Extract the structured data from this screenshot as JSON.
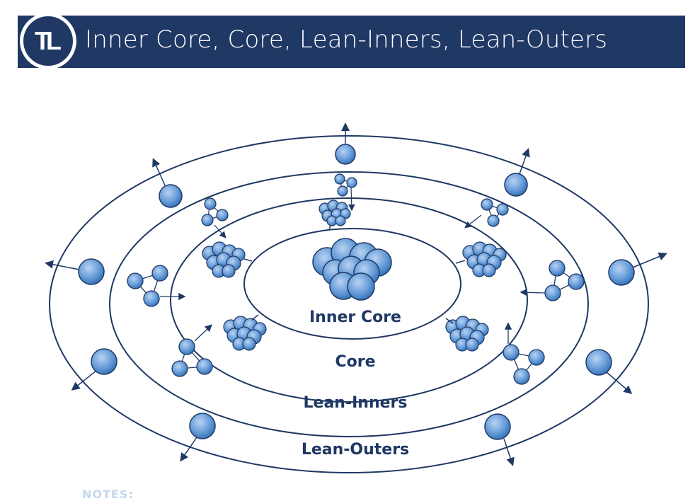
{
  "header": {
    "title": "Inner Core, Core, Lean-Inners, Lean-Outers",
    "logo_text": "TL"
  },
  "diagram": {
    "rings": [
      {
        "id": "inner-core",
        "label": "Inner Core"
      },
      {
        "id": "core",
        "label": "Core"
      },
      {
        "id": "lean-inners",
        "label": "Lean-Inners"
      },
      {
        "id": "lean-outers",
        "label": "Lean-Outers"
      }
    ]
  },
  "notes_label": "NOTES:",
  "colors": {
    "navy": "#1f3864",
    "node_fill_light": "#8db6e6",
    "node_fill_dark": "#2f6db3",
    "notes": "#c5d7ee"
  }
}
